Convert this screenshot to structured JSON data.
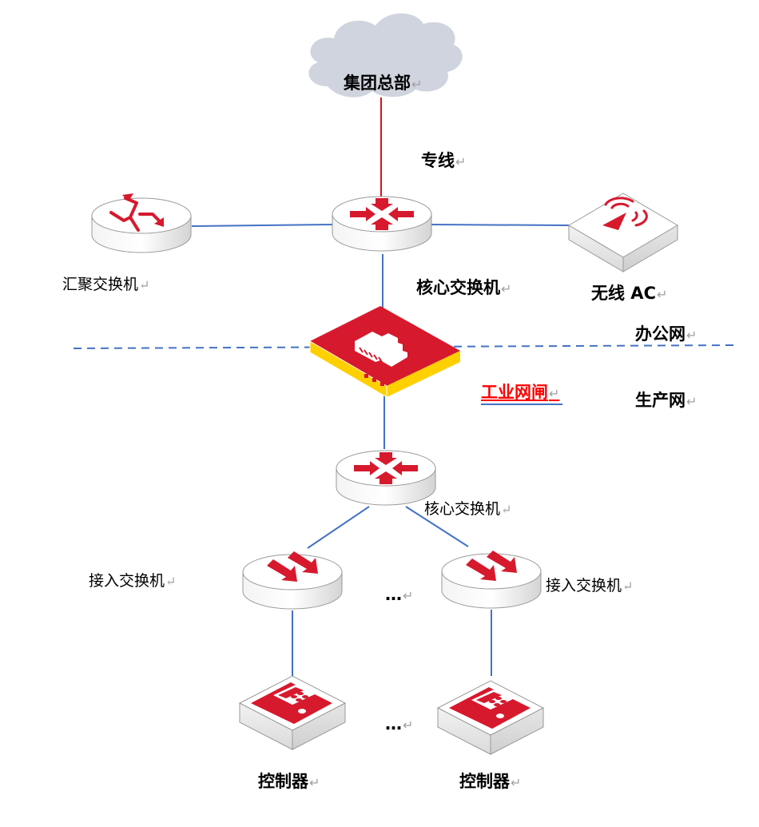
{
  "diagram": {
    "title": "",
    "colors": {
      "link_blue": "#4472c4",
      "wan_red": "#e0101a",
      "icon_red": "#d7192d",
      "gateway_yellow": "#ffd000",
      "cloud_gray": "#cfd4de",
      "device_gray": "#e6e6e6"
    },
    "nodes": {
      "hq": {
        "label": "集团总部",
        "icon": "cloud-icon"
      },
      "leased_line": {
        "label": "专线"
      },
      "core_switch_office": {
        "label": "核心交换机",
        "icon": "core-switch-icon"
      },
      "aggregation_switch": {
        "label": "汇聚交换机",
        "icon": "aggregation-switch-icon"
      },
      "wireless_ac": {
        "label": "无线 AC",
        "icon": "wireless-ac-icon"
      },
      "industrial_gateway": {
        "label": "工业网闸",
        "icon": "industrial-gateway-icon"
      },
      "core_switch_prod": {
        "label": "核心交换机",
        "icon": "core-switch-icon"
      },
      "access_switch_left": {
        "label": "接入交换机",
        "icon": "access-switch-icon"
      },
      "access_switch_right": {
        "label": "接入交换机",
        "icon": "access-switch-icon"
      },
      "controller_left": {
        "label": "控制器",
        "icon": "controller-icon"
      },
      "controller_right": {
        "label": "控制器",
        "icon": "controller-icon"
      }
    },
    "zones": {
      "office": {
        "label": "办公网"
      },
      "production": {
        "label": "生产网"
      }
    },
    "ellipsis": {
      "access": "…",
      "controllers": "…"
    },
    "return_mark": "↵",
    "links": [
      {
        "from": "hq",
        "to": "core_switch_office",
        "type": "leased-line"
      },
      {
        "from": "aggregation_switch",
        "to": "core_switch_office",
        "type": "lan"
      },
      {
        "from": "core_switch_office",
        "to": "wireless_ac",
        "type": "lan"
      },
      {
        "from": "core_switch_office",
        "to": "industrial_gateway",
        "type": "lan"
      },
      {
        "from": "industrial_gateway",
        "to": "core_switch_prod",
        "type": "lan"
      },
      {
        "from": "core_switch_prod",
        "to": "access_switch_left",
        "type": "lan"
      },
      {
        "from": "core_switch_prod",
        "to": "access_switch_right",
        "type": "lan"
      },
      {
        "from": "access_switch_left",
        "to": "controller_left",
        "type": "lan"
      },
      {
        "from": "access_switch_right",
        "to": "controller_right",
        "type": "lan"
      }
    ]
  }
}
